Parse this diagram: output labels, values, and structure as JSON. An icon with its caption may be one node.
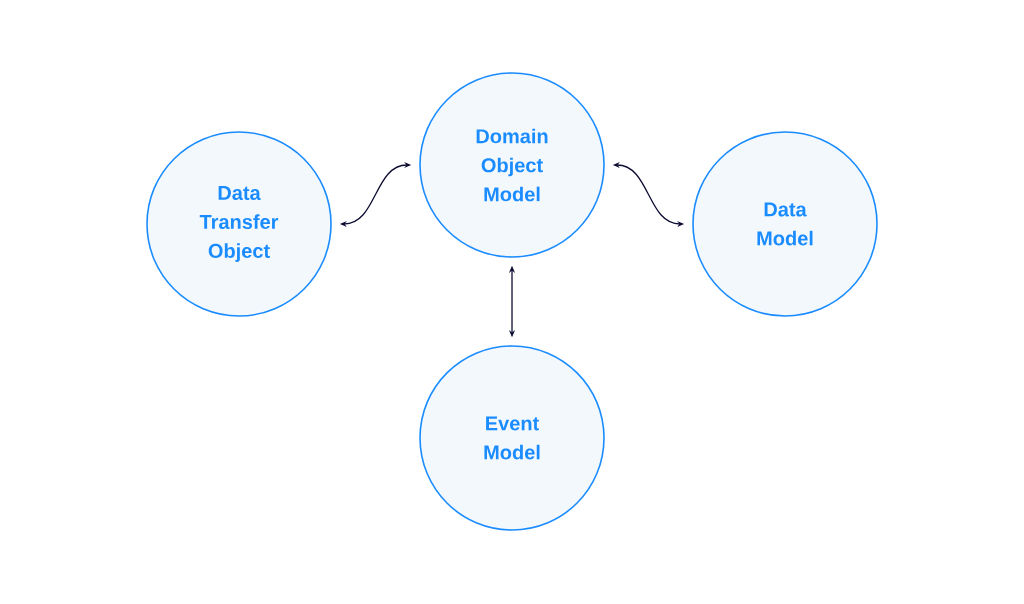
{
  "diagram": {
    "nodes": [
      {
        "text": [
          "Domain Object Model"
        ]
      },
      {
        "text": [
          "Data Transfer Object"
        ]
      },
      {
        "text": [
          "Data Model"
        ]
      },
      {
        "text": [
          "Event Model"
        ]
      }
    ],
    "edges": [
      {
        "from": 1,
        "to": 0,
        "arrow": "both"
      },
      {
        "from": 0,
        "to": 2,
        "arrow": "both"
      },
      {
        "from": 0,
        "to": 3,
        "arrow": "both"
      }
    ]
  }
}
